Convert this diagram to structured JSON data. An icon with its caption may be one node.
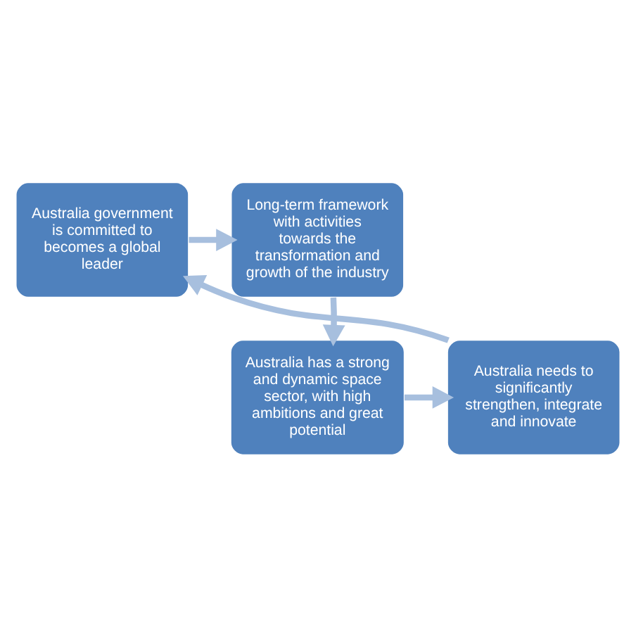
{
  "diagram": {
    "nodes": [
      {
        "text": [
          "Australia government is committed to becomes a global leader"
        ]
      },
      {
        "text": [
          "Long-term framework with activities towards the transformation and growth of the industry"
        ]
      },
      {
        "text": [
          "Australia needs to significantly strengthen, integrate and innovate"
        ]
      },
      {
        "text": [
          "Australia has a strong and dynamic space sector, with high ambitions and great potential"
        ]
      }
    ],
    "edges": [
      {
        "from": 0,
        "to": 1,
        "arrow": "to"
      },
      {
        "from": 1,
        "to": 3,
        "arrow": "to"
      },
      {
        "from": 3,
        "to": 2,
        "arrow": "to"
      },
      {
        "from": 2,
        "to": 0,
        "arrow": "to"
      }
    ]
  }
}
